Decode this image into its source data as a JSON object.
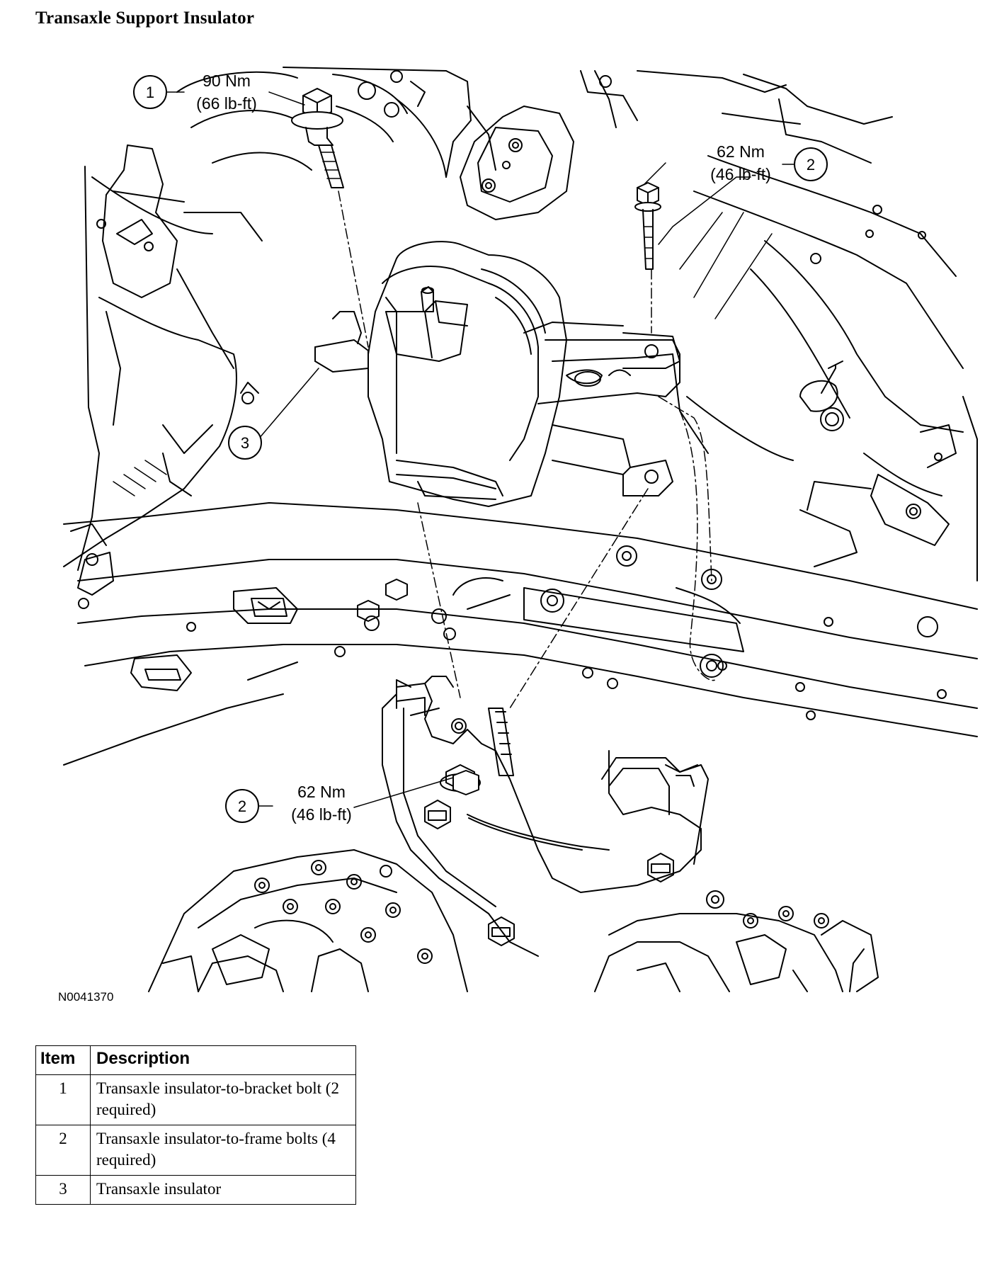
{
  "title": "Transaxle Support Insulator",
  "figure_id": "N0041370",
  "callouts": [
    {
      "number": "1",
      "torque_metric": "90 Nm",
      "torque_imperial": "(66 lb-ft)"
    },
    {
      "number": "2",
      "torque_metric": "62 Nm",
      "torque_imperial": "(46 lb-ft)"
    },
    {
      "number": "3"
    },
    {
      "number": "2",
      "torque_metric": "62 Nm",
      "torque_imperial": "(46 lb-ft)"
    }
  ],
  "legend": {
    "headers": {
      "item": "Item",
      "description": "Description"
    },
    "rows": [
      {
        "item": "1",
        "description": "Transaxle insulator-to-bracket bolt (2 required)"
      },
      {
        "item": "2",
        "description": "Transaxle insulator-to-frame bolts (4 required)"
      },
      {
        "item": "3",
        "description": "Transaxle insulator"
      }
    ]
  }
}
